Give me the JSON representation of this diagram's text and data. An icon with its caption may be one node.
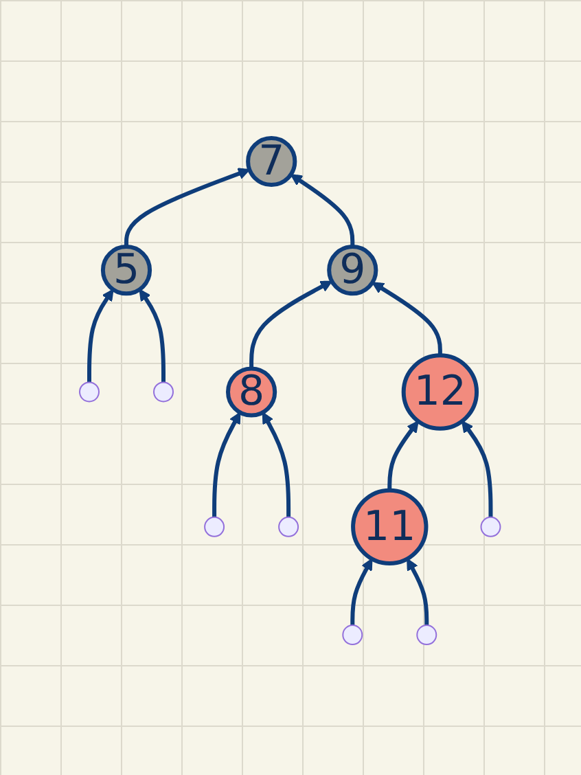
{
  "diagram": {
    "nodes": [
      {
        "text": [
          "7"
        ]
      },
      {
        "text": [
          "5"
        ]
      },
      {
        "text": [
          "9"
        ]
      },
      {
        "text": [],
        "shape": "circle"
      },
      {
        "text": [],
        "shape": "circle"
      },
      {
        "text": [
          "8"
        ]
      },
      {
        "text": [
          "12"
        ]
      },
      {
        "text": [],
        "shape": "circle"
      },
      {
        "text": [],
        "shape": "circle"
      },
      {
        "text": [],
        "shape": "circle"
      },
      {
        "text": [
          "11"
        ]
      },
      {
        "text": [],
        "shape": "circle"
      },
      {
        "text": [],
        "shape": "circle"
      }
    ],
    "edges": [
      {
        "from": 1,
        "to": 0,
        "arrow": "to"
      },
      {
        "from": 2,
        "to": 0,
        "arrow": "to"
      },
      {
        "from": 3,
        "to": 1,
        "arrow": "to"
      },
      {
        "from": 4,
        "to": 1,
        "arrow": "to"
      },
      {
        "from": 5,
        "to": 2,
        "arrow": "to"
      },
      {
        "from": 6,
        "to": 2,
        "arrow": "to"
      },
      {
        "from": 7,
        "to": 5,
        "arrow": "to"
      },
      {
        "from": 8,
        "to": 5,
        "arrow": "to"
      },
      {
        "from": 10,
        "to": 6,
        "arrow": "to"
      },
      {
        "from": 9,
        "to": 6,
        "arrow": "to"
      },
      {
        "from": 11,
        "to": 10,
        "arrow": "to"
      },
      {
        "from": 12,
        "to": 10,
        "arrow": "to"
      }
    ]
  }
}
